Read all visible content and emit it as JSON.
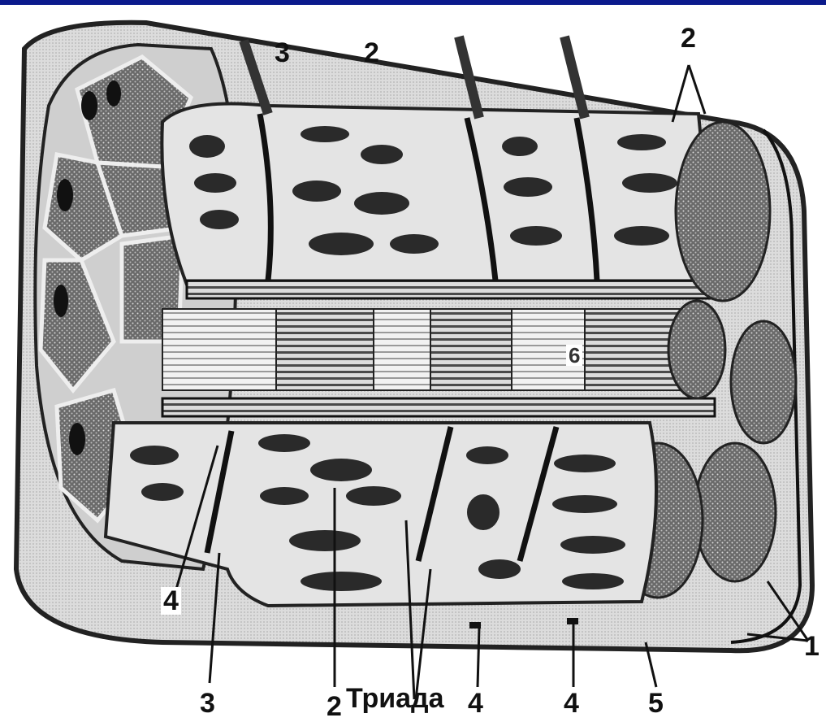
{
  "diagram": {
    "labels": {
      "top_3": "3",
      "top_2_left": "2",
      "top_2_right": "2",
      "label_6": "6",
      "label_1": "1",
      "left_4": "4",
      "bottom_3": "3",
      "bottom_2": "2",
      "triad": "Триада",
      "bottom_4_a": "4",
      "bottom_4_b": "4",
      "bottom_5": "5"
    }
  },
  "colors": {
    "top_bar": "#0b1a8c",
    "ink": "#111111",
    "membrane": "#e6e6e6",
    "shadow": "#555555",
    "myofibril": "#c8c8c8"
  }
}
